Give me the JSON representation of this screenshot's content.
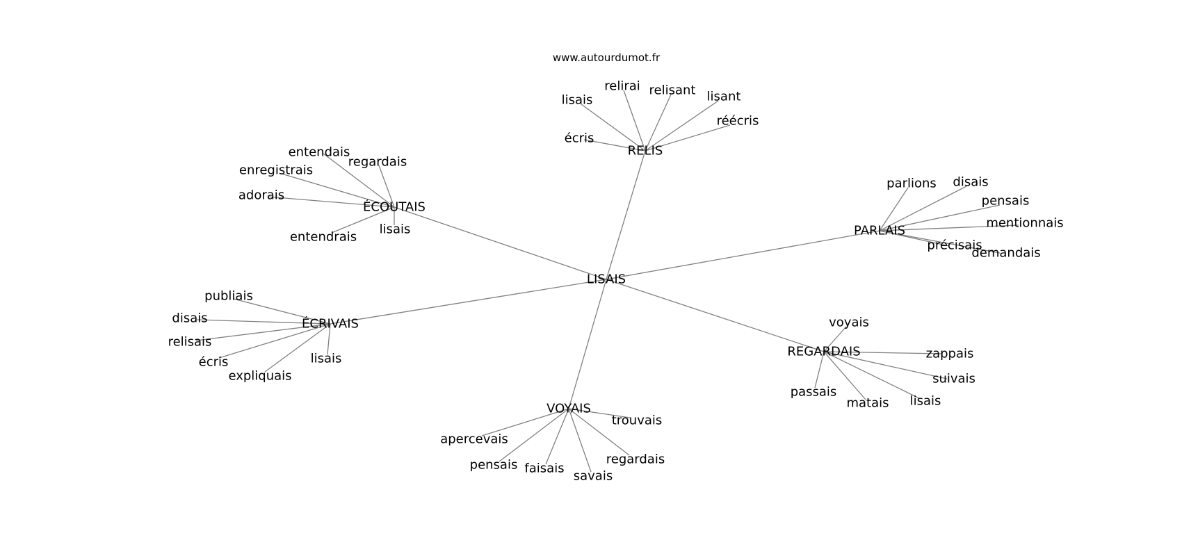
{
  "watermark": "www.autourdumot.fr",
  "graph": {
    "center": "LISAIS",
    "groups": [
      {
        "hub": "RELIS",
        "leaves": [
          "écris",
          "lisais",
          "relirai",
          "relisant",
          "lisant",
          "réécris"
        ]
      },
      {
        "hub": "ÉCOUTAIS",
        "leaves": [
          "entendais",
          "regardais",
          "enregistrais",
          "adorais",
          "entendrais",
          "lisais"
        ]
      },
      {
        "hub": "PARLAIS",
        "leaves": [
          "parlions",
          "disais",
          "pensais",
          "mentionnais",
          "précisais",
          "demandais"
        ]
      },
      {
        "hub": "ÉCRIVAIS",
        "leaves": [
          "publiais",
          "disais",
          "relisais",
          "écris",
          "expliquais",
          "lisais"
        ]
      },
      {
        "hub": "REGARDAIS",
        "leaves": [
          "voyais",
          "zappais",
          "suivais",
          "lisais",
          "matais",
          "passais"
        ]
      },
      {
        "hub": "VOYAIS",
        "leaves": [
          "trouvais",
          "apercevais",
          "pensais",
          "faisais",
          "savais",
          "regardais"
        ]
      }
    ]
  }
}
